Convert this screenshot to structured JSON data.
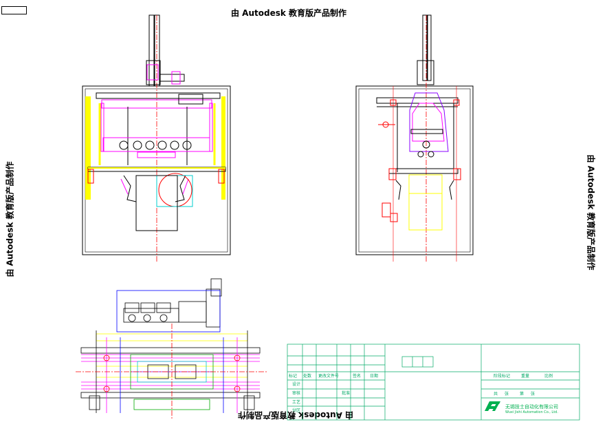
{
  "watermark": "由 Autodesk 教育版产品制作",
  "title_block": {
    "company": "无锡技士自动化有限公司",
    "company_en": "Wuxi Jishi Automation Co., Ltd.",
    "rows": [
      "标记",
      "设计",
      "审核",
      "工艺",
      "处数",
      "分区",
      "批准"
    ],
    "headers": [
      "更改文件号",
      "签名",
      "日期"
    ],
    "right_labels": [
      "阶段标记",
      "重量",
      "比例",
      "共",
      "张",
      "第",
      "张"
    ]
  },
  "colors": {
    "frame": "#000000",
    "guard": "#ffff00",
    "axis": "#ff0000",
    "motion": "#ff00ff",
    "detail": "#8000ff",
    "cyan": "#00c8c8",
    "green": "#00a000",
    "blue": "#0000ff",
    "title": "#00b050"
  }
}
